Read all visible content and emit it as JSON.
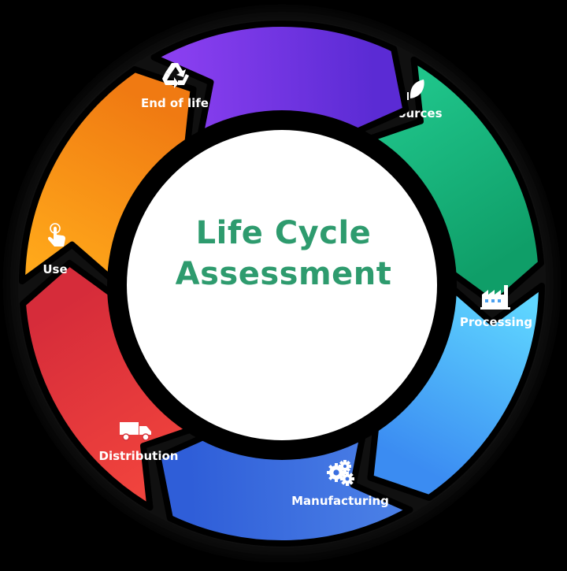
{
  "center": {
    "line1": "Life Cycle",
    "line2": "Assessment"
  },
  "stages": [
    {
      "label": "Resources",
      "icon": "leaf-icon",
      "color_a": "#1fc48a",
      "color_b": "#0f9e68"
    },
    {
      "label": "Processing",
      "icon": "factory-icon",
      "color_a": "#5fd6ff",
      "color_b": "#3b8cf2"
    },
    {
      "label": "Manufacturing",
      "icon": "gears-icon",
      "color_a": "#4a7fe6",
      "color_b": "#2f5ed8"
    },
    {
      "label": "Distribution",
      "icon": "truck-icon",
      "color_a": "#f0433d",
      "color_b": "#d62c3a"
    },
    {
      "label": "Use",
      "icon": "tap-hand-icon",
      "color_a": "#ffa81a",
      "color_b": "#f07a12"
    },
    {
      "label": "End of life",
      "icon": "recycle-icon",
      "color_a": "#8a3ff0",
      "color_b": "#5b2bd4"
    }
  ],
  "colors": {
    "background": "#000000",
    "center_fill": "#ffffff",
    "title": "#2e9b6e"
  }
}
